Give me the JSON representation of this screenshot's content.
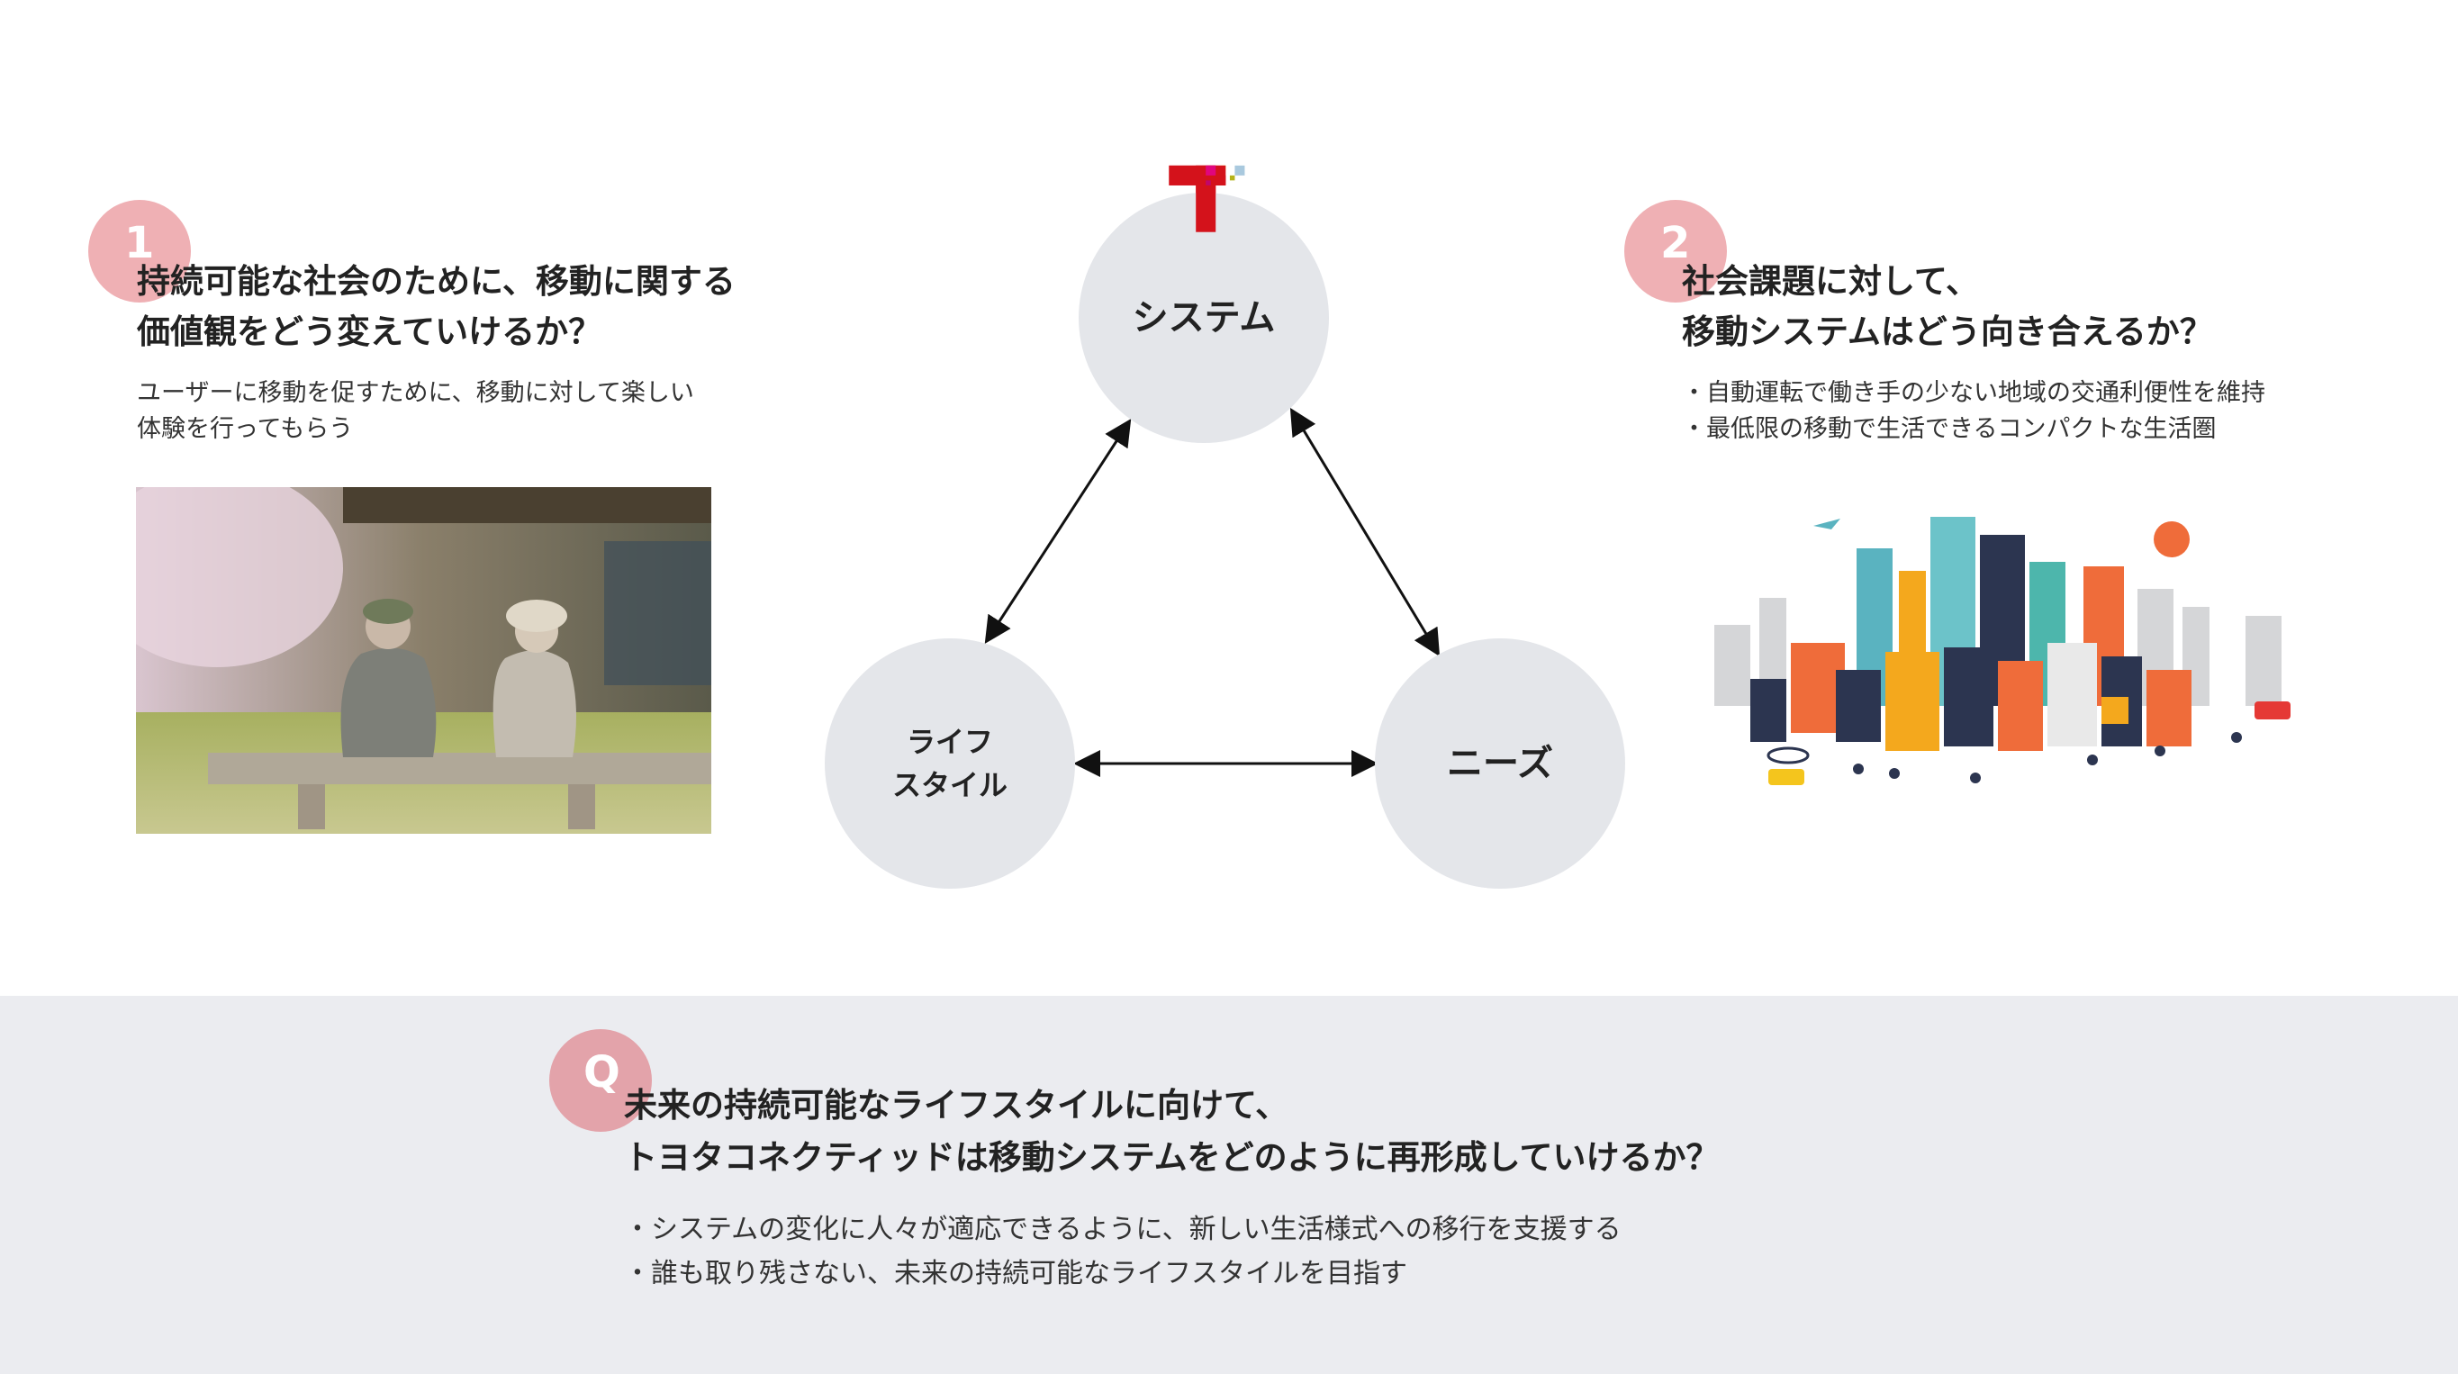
{
  "logo": {
    "text": "T",
    "colors": {
      "red": "#d4121b",
      "magenta": "#e0067e",
      "yellow": "#ffd800",
      "olive": "#b5b31a",
      "blue": "#a9c9de"
    }
  },
  "left": {
    "badge": "1",
    "title_lines": [
      "持続可能な社会のために、移動に関する",
      "価値観をどう変えていけるか？"
    ],
    "body_lines": [
      "ユーザーに移動を促すために、移動に対して楽しい",
      "体験を行ってもらう"
    ]
  },
  "right": {
    "badge": "2",
    "title_lines": [
      "社会課題に対して、",
      "移動システムはどう向き合えるか？"
    ],
    "body_lines": [
      "・自動運転で働き手の少ない地域の交通利便性を維持",
      "・最低限の移動で生活できるコンパクトな生活圏"
    ]
  },
  "diagram": {
    "system": "システム",
    "lifestyle_lines": [
      "ライフ",
      "スタイル"
    ],
    "needs": "ニーズ"
  },
  "question": {
    "badge": "Q",
    "title_lines": [
      "未来の持続可能なライフスタイルに向けて、",
      "トヨタコネクティッドは移動システムをどのように再形成していけるか？"
    ],
    "body_lines": [
      "・システムの変化に人々が適応できるように、新しい生活様式への移行を支援する",
      "・誰も取り残さない、未来の持続可能なライフスタイルを目指す"
    ]
  },
  "colors": {
    "badge": "#efb0b4",
    "node": "#e4e6ea",
    "band": "#ebecf0"
  }
}
